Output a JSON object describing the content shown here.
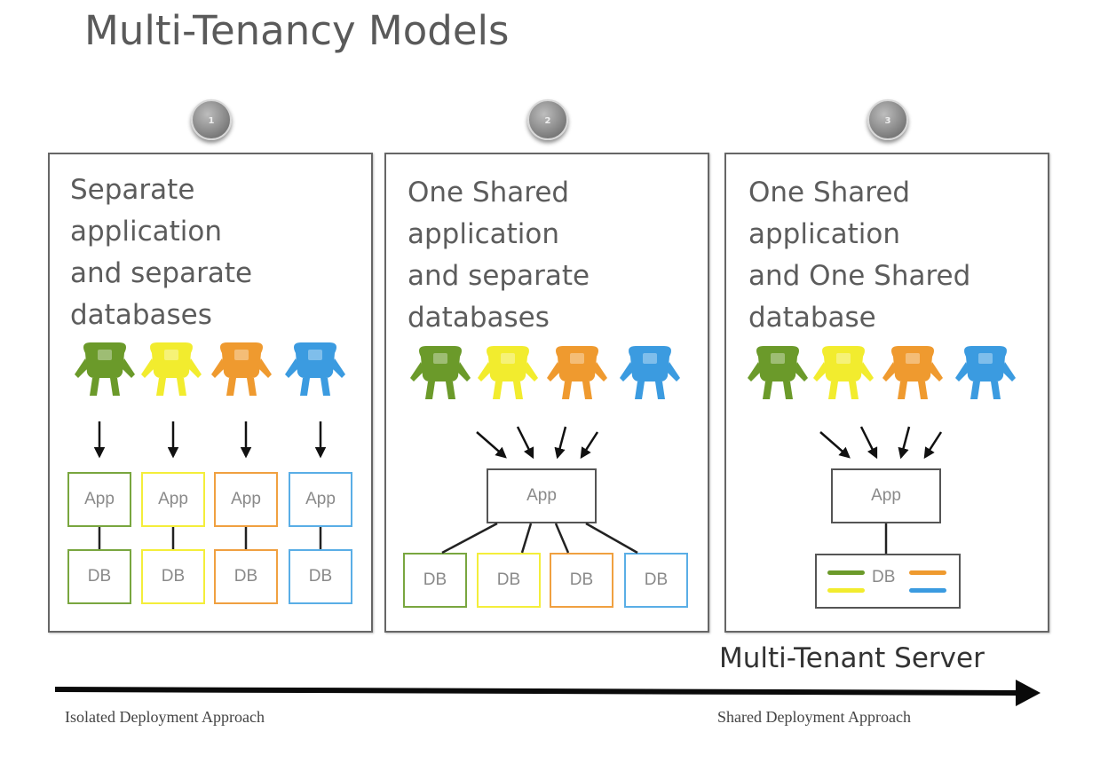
{
  "title": "Multi-Tenancy Models",
  "badges": [
    "1",
    "2",
    "3"
  ],
  "panels": [
    {
      "heading": [
        "Separate",
        "application",
        "and separate",
        "databases"
      ],
      "app_label": "App",
      "db_label": "DB"
    },
    {
      "heading": [
        "One Shared",
        "application",
        "and separate",
        "databases"
      ],
      "app_label": "App",
      "db_label": "DB"
    },
    {
      "heading": [
        "One Shared",
        "application",
        "and One Shared",
        "database"
      ],
      "app_label": "App",
      "db_label": "DB"
    }
  ],
  "tenant_colors": {
    "green": "#6b9a2a",
    "yellow": "#f2ec2e",
    "orange": "#ef9a2f",
    "blue": "#3b9be0"
  },
  "box_colors": {
    "green": "#79a63f",
    "yellow": "#f4ee3a",
    "orange": "#f0a040",
    "blue": "#5aaee6"
  },
  "icons": [
    "tenant-figure-icon",
    "arrow-icon"
  ],
  "server_label": "Multi-Tenant Server",
  "approach_left": "Isolated Deployment Approach",
  "approach_right": "Shared Deployment Approach"
}
